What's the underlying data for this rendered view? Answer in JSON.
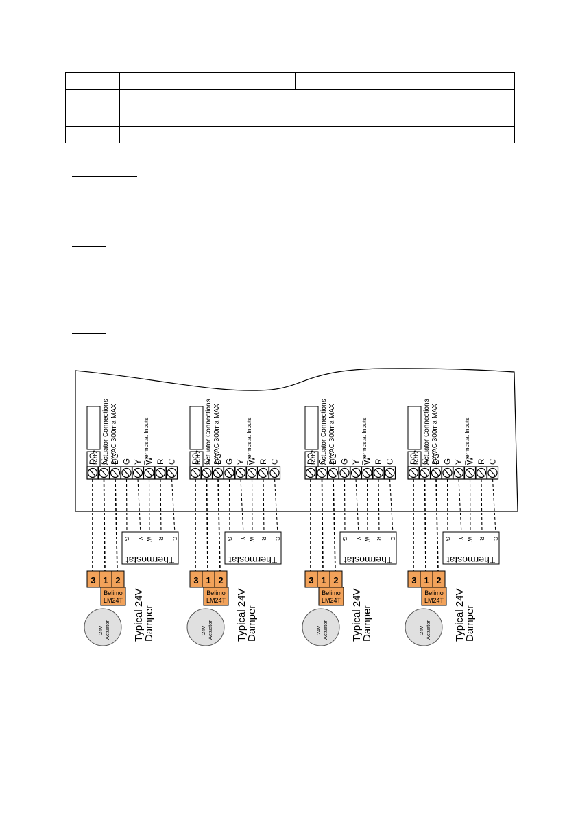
{
  "labels": {
    "rj12": "RJ12",
    "actuator_connections": "Actuator Connections",
    "actuator_rating": "24VAC 300ma MAX",
    "thermostat_inputs": "Thermostat Inputs",
    "thermostat": "Thermostat",
    "belimo": "Belimo",
    "model": "LM24T",
    "actuator_voltage": "24V",
    "actuator": "Actuator",
    "typical_line1": "Typical 24V",
    "typical_line2": "Damper"
  },
  "terminal_labels": [
    "DO",
    "C",
    "DC",
    "G",
    "Y",
    "W",
    "R",
    "C"
  ],
  "thermostat_terminals": [
    "G",
    "Y",
    "W",
    "R",
    "C"
  ],
  "actuator_pins": [
    "3",
    "1",
    "2"
  ],
  "colors": {
    "ink": "#000000",
    "pin_orange": "#f2a25a",
    "actuator_gray": "#e0e0e0"
  }
}
